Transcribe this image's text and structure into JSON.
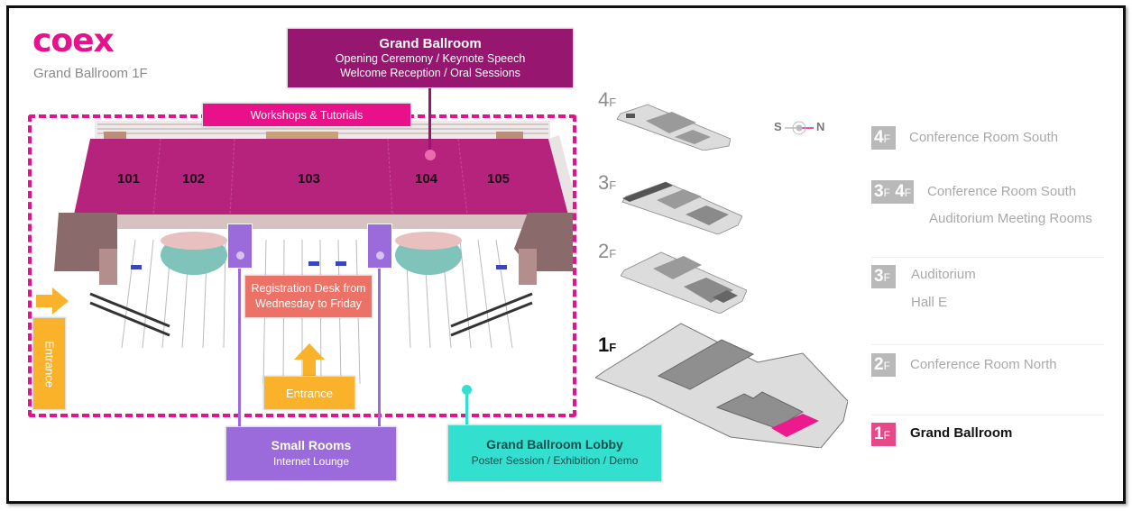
{
  "header": {
    "logo": "coex",
    "subtitle": "Grand Ballroom 1F"
  },
  "map": {
    "rooms": [
      "101",
      "102",
      "103",
      "104",
      "105"
    ],
    "callouts": {
      "grand_ballroom": {
        "title": "Grand Ballroom",
        "line1": "Opening Ceremony /  Keynote Speech",
        "line2": "Welcome Reception /  Oral Sessions",
        "color": "#97166f"
      },
      "workshops": {
        "label": "Workshops & Tutorials",
        "color": "#e8118a"
      },
      "registration": {
        "line1": "Registration Desk from",
        "line2": "Wednesday to Friday",
        "color": "#ec7166"
      },
      "entrance_front": {
        "label": "Entrance",
        "color": "#fbb22b"
      },
      "entrance_side": {
        "label": "Entrance",
        "color": "#fbb22b"
      },
      "small_rooms": {
        "title": "Small Rooms",
        "subtitle": "Internet Lounge",
        "color": "#9b6bdc"
      },
      "lobby": {
        "title": "Grand Ballroom Lobby",
        "subtitle": "Poster Session / Exhibition / Demo",
        "color": "#33e0cf"
      }
    },
    "area_outline_color": "#e6128c"
  },
  "floor_stack": {
    "floors": [
      {
        "num": "4",
        "suffix": "F",
        "active": false
      },
      {
        "num": "3",
        "suffix": "F",
        "active": false
      },
      {
        "num": "2",
        "suffix": "F",
        "active": false
      },
      {
        "num": "1",
        "suffix": "F",
        "active": true
      }
    ],
    "compass": {
      "south": "S",
      "north": "N"
    },
    "highlight_color": "#ec1a8c"
  },
  "legend": [
    {
      "badge": [
        {
          "num": "4",
          "suffix": "F"
        }
      ],
      "lines": [
        "Conference Room South"
      ],
      "active": false
    },
    {
      "badge": [
        {
          "num": "3",
          "suffix": "F"
        },
        {
          "num": "4",
          "suffix": "F"
        }
      ],
      "lines": [
        "Conference Room South",
        "Auditorium Meeting Rooms"
      ],
      "active": false
    },
    {
      "badge": [
        {
          "num": "3",
          "suffix": "F"
        }
      ],
      "lines": [
        "Auditorium",
        "Hall E"
      ],
      "active": false
    },
    {
      "badge": [
        {
          "num": "2",
          "suffix": "F"
        }
      ],
      "lines": [
        "Conference Room North"
      ],
      "active": false
    },
    {
      "badge": [
        {
          "num": "1",
          "suffix": "F"
        }
      ],
      "lines": [
        "Grand Ballroom"
      ],
      "active": true
    }
  ]
}
